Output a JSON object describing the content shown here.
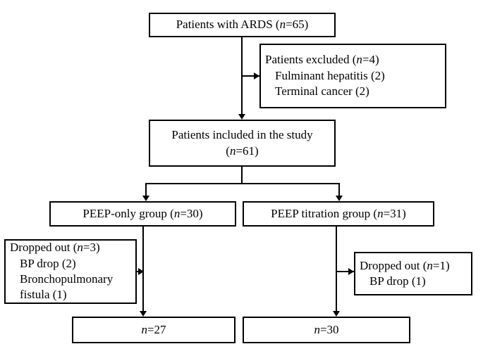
{
  "diagram": {
    "type": "flowchart",
    "title": "CONSORT-style patient flow diagram",
    "boxes": {
      "enrolled": {
        "lines": [
          "Patients with ARDS (n=65)"
        ]
      },
      "excluded": {
        "lines": [
          "Patients excluded (n=4)",
          "Fulminant hepatitis (2)",
          "Terminal cancer (2)"
        ]
      },
      "included": {
        "lines": [
          "Patients included in the study",
          "(n=61)"
        ]
      },
      "peep_only": {
        "lines": [
          "PEEP-only group (n=30)"
        ]
      },
      "peep_titration": {
        "lines": [
          "PEEP titration group (n=31)"
        ]
      },
      "dropout_left": {
        "lines": [
          "Dropped out (n=3)",
          "BP drop (2)",
          "Bronchopulmonary",
          "fistula (1)"
        ]
      },
      "dropout_right": {
        "lines": [
          "Dropped out (n=1)",
          "BP drop (1)"
        ]
      },
      "final_left": {
        "lines": [
          "n=27"
        ]
      },
      "final_right": {
        "lines": [
          "n=30"
        ]
      }
    }
  }
}
